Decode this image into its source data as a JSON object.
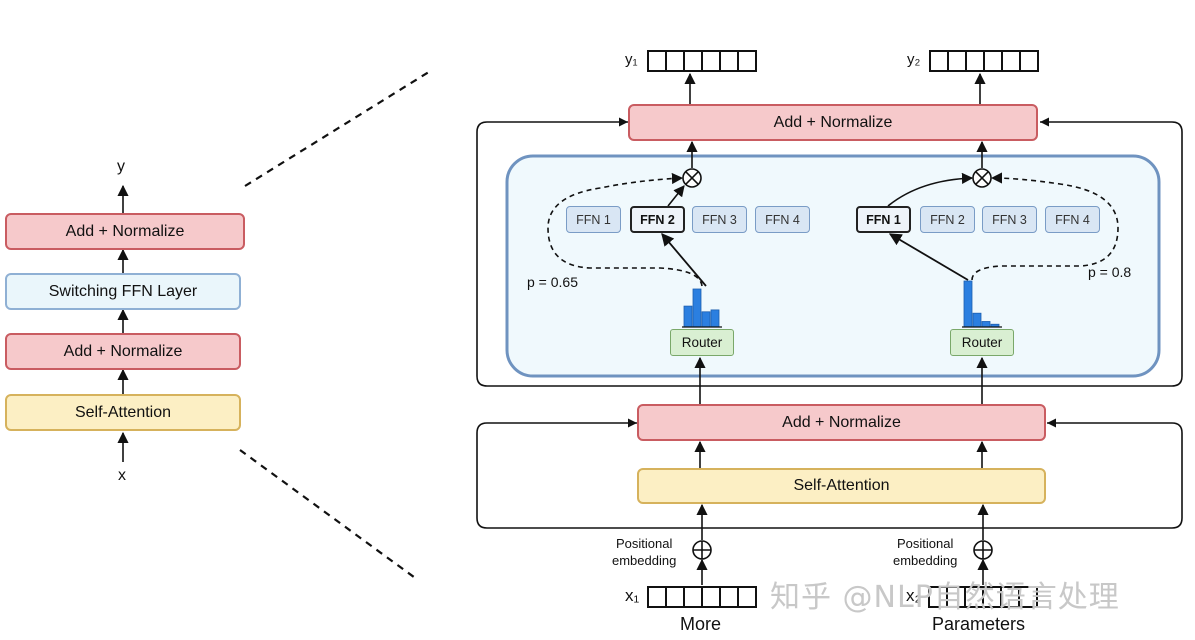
{
  "left_stack": {
    "output_label": "y",
    "input_label": "x",
    "add_norm_top": "Add + Normalize",
    "switching_ffn": "Switching FFN Layer",
    "add_norm_bottom": "Add + Normalize",
    "self_attention": "Self-Attention"
  },
  "right_diagram": {
    "outputs": [
      "y₁",
      "y₂"
    ],
    "add_norm_top": "Add + Normalize",
    "add_norm_bottom": "Add + Normalize",
    "self_attention": "Self-Attention",
    "token1": {
      "experts": [
        "FFN 1",
        "FFN 2",
        "FFN 3",
        "FFN 4"
      ],
      "selected": "FFN 2",
      "probability": "p = 0.65",
      "router": "Router",
      "positional": [
        "Positional",
        "embedding"
      ],
      "input_label": "x₁",
      "word": "More",
      "router_distribution": [
        0.55,
        1.0,
        0.4,
        0.45
      ]
    },
    "token2": {
      "experts": [
        "FFN 1",
        "FFN 2",
        "FFN 3",
        "FFN 4"
      ],
      "selected": "FFN 1",
      "probability": "p = 0.8",
      "router": "Router",
      "positional": [
        "Positional",
        "embedding"
      ],
      "input_label": "x₂",
      "word": "Parameters",
      "router_distribution": [
        1.0,
        0.3,
        0.12,
        0.06
      ]
    }
  },
  "watermark": "知乎 @NLP自然语言处理",
  "colors": {
    "add_norm_fill": "#f6c9cb",
    "add_norm_border": "#c95c61",
    "self_attention_fill": "#fcefc4",
    "switch_fill": "#eaf6fb",
    "router_fill": "#d9efd2",
    "expert_fill": "#d9e6f4",
    "bar_fill": "#2b7fe0"
  }
}
